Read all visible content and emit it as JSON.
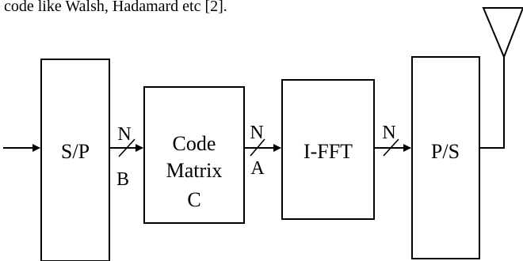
{
  "caption_text": "code like Walsh, Hadamard etc [2].",
  "blocks": {
    "sp": "S/P",
    "code_matrix": [
      "Code",
      "Matrix",
      "C"
    ],
    "ifft": "I-FFT",
    "ps": "P/S"
  },
  "bus_labels": {
    "sp_to_cm_top": "N",
    "sp_to_cm_bottom": "B",
    "cm_to_ifft_top": "N",
    "cm_to_ifft_bottom": "A",
    "ifft_to_ps_top": "N"
  }
}
